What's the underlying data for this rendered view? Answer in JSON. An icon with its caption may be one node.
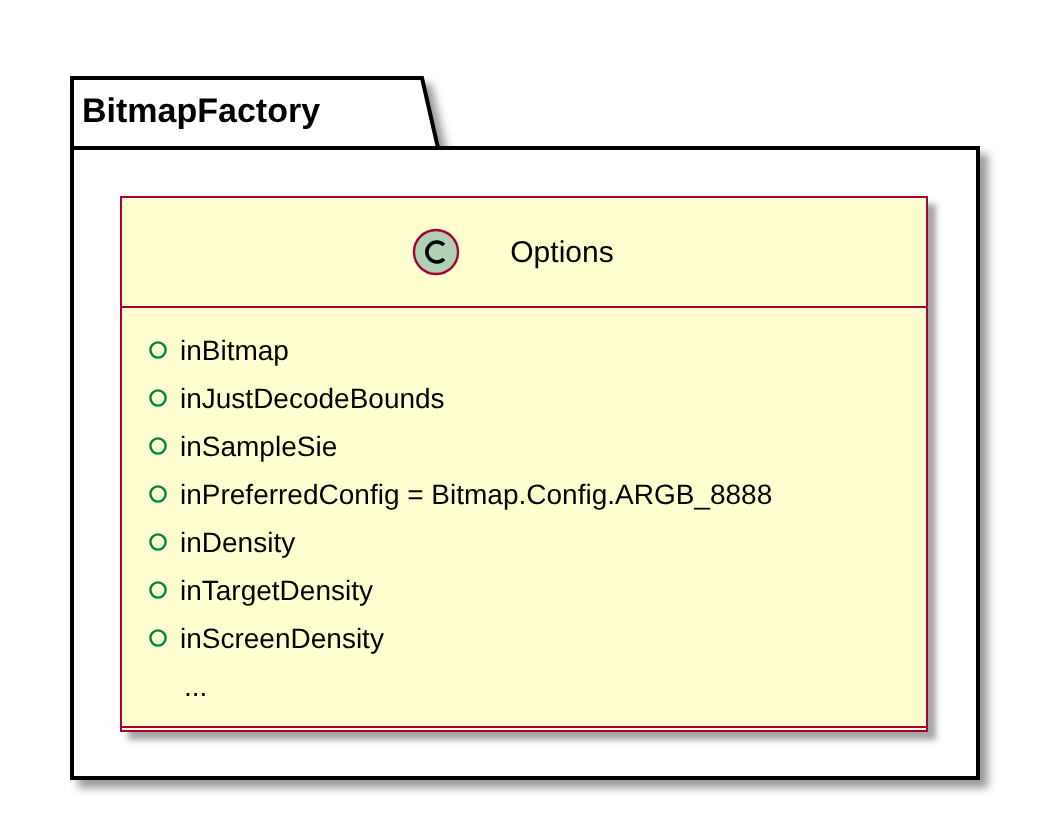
{
  "diagram": {
    "nodes": [
      {
        "text": [
          "BitmapFactory"
        ]
      },
      {
        "text": [
          "Options",
          "inBitmap",
          "inJustDecodeBounds",
          "inSampleSie",
          "inPreferredConfig = Bitmap.Config.ARGB_8888",
          "inDensity",
          "inTargetDensity",
          "inScreenDensity",
          "..."
        ],
        "in": 0
      }
    ]
  }
}
